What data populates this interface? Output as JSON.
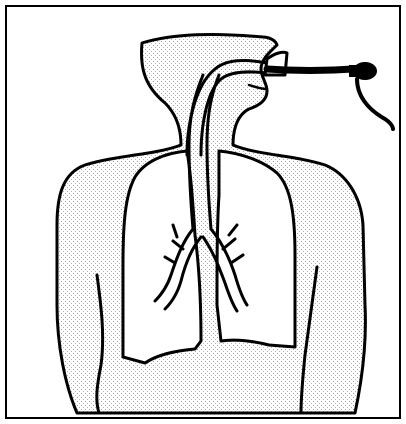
{
  "figure": {
    "subject": "intubated-torso-illustration",
    "style": "black-line-drawing-with-stipple",
    "colors": {
      "background": "#ffffff",
      "ink": "#000000",
      "stipple": "#bdbdbd"
    },
    "parts": [
      "border",
      "head-outline",
      "torso-outline",
      "left-lung",
      "right-lung",
      "trachea",
      "bronchi",
      "endotracheal-tube",
      "tube-connector",
      "tube-tail"
    ]
  }
}
